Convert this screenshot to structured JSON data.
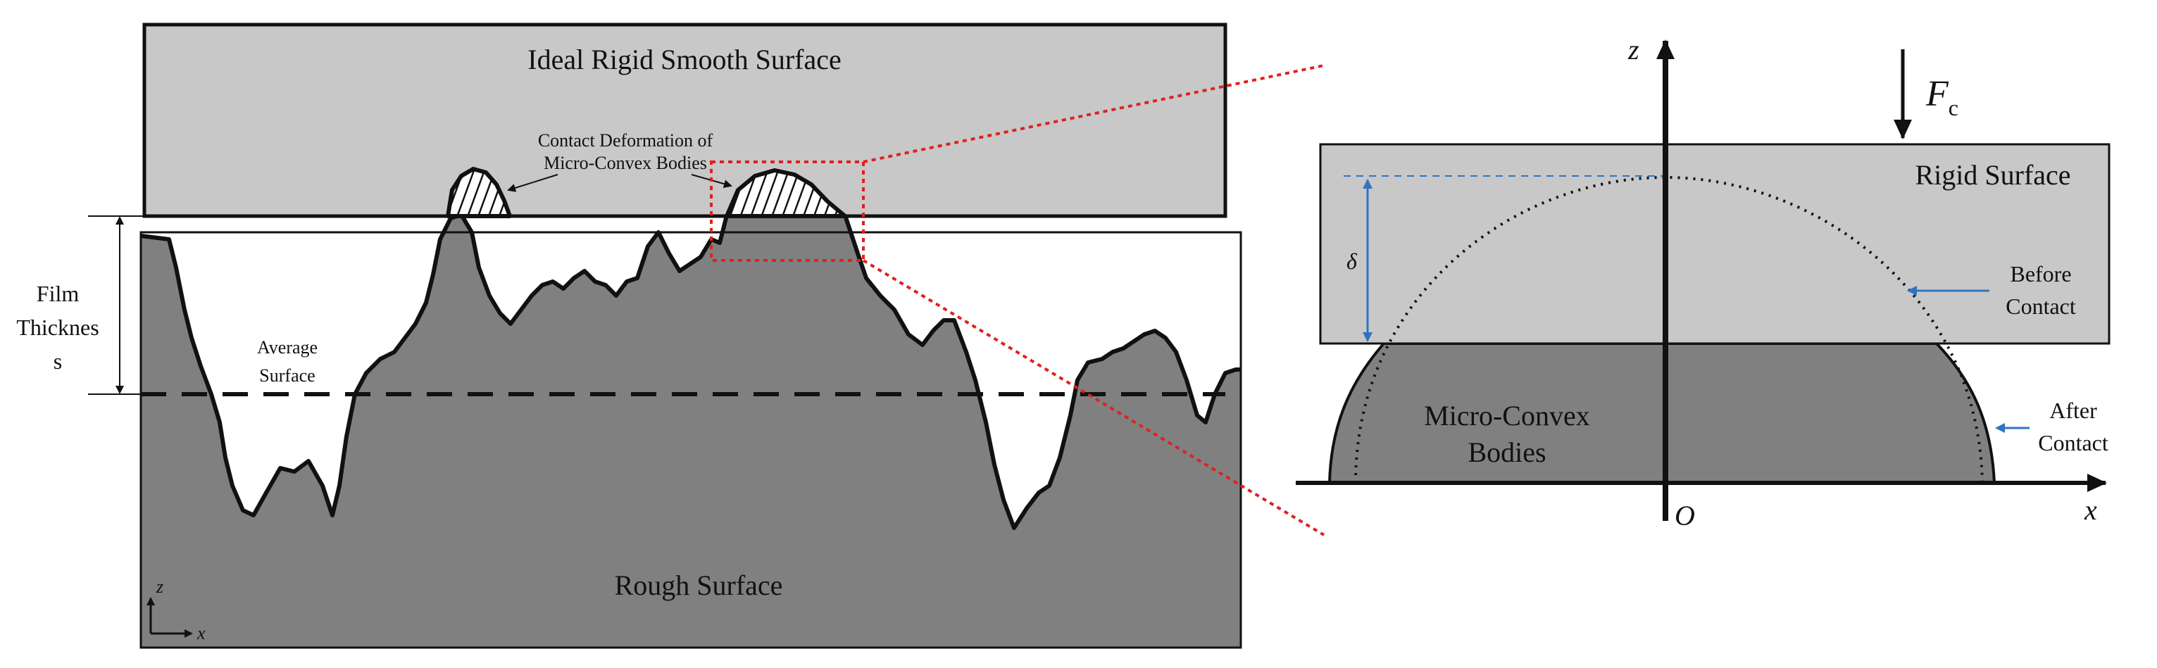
{
  "left_panel": {
    "top_surface_label": "Ideal Rigid Smooth Surface",
    "contact_label_line1": "Contact Deformation of",
    "contact_label_line2": "Micro-Convex Bodies",
    "film_label_line1": "Film",
    "film_label_line2": "Thicknes",
    "film_label_line3": "s",
    "average_label_line1": "Average",
    "average_label_line2": "Surface",
    "bottom_surface_label": "Rough Surface",
    "axis_z": "z",
    "axis_x": "x"
  },
  "right_panel": {
    "axis_z": "z",
    "axis_x": "x",
    "origin": "O",
    "force_symbol": "F",
    "force_subscript": "c",
    "rigid_label": "Rigid Surface",
    "delta_label": "δ",
    "before_line1": "Before",
    "before_line2": "Contact",
    "after_line1": "After",
    "after_line2": "Contact",
    "body_line1": "Micro-Convex",
    "body_line2": "Bodies"
  },
  "colors": {
    "light_gray": "#c8c8c8",
    "dark_gray": "#808080",
    "outline": "#111111",
    "zoom_red": "#e02020",
    "accent_blue": "#2f74c0"
  }
}
